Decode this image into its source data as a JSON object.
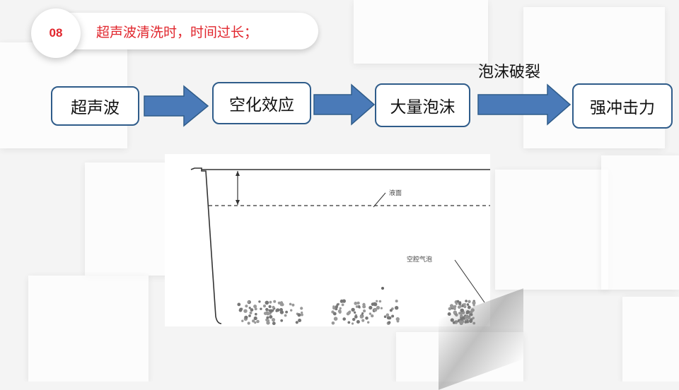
{
  "header": {
    "number": "08",
    "title": "超声波清洗时，时间过长；"
  },
  "flow": {
    "steps": [
      "超声波",
      "空化效应",
      "大量泡沫",
      "强冲击力"
    ],
    "arrow_label": "泡沫破裂"
  },
  "diagram": {
    "liquid_surface_label": "液面",
    "cavitation_bubbles_label": "空腔气泡"
  },
  "colors": {
    "accent_red": "#e1262d",
    "flow_border": "#2f5c8a",
    "arrow_fill": "#4a7ab8"
  }
}
